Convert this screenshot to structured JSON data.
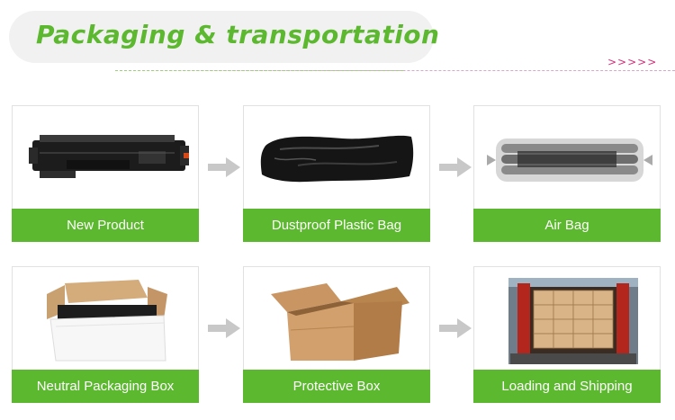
{
  "header": {
    "title": "Packaging & transportation",
    "arrows": ">>>>>"
  },
  "steps": [
    {
      "label": "New Product",
      "icon": "toner-cartridge-image"
    },
    {
      "label": "Dustproof Plastic Bag",
      "icon": "black-plastic-bag-image"
    },
    {
      "label": "Air Bag",
      "icon": "air-cushion-bag-image"
    },
    {
      "label": "Neutral Packaging Box",
      "icon": "white-open-box-image"
    },
    {
      "label": "Protective Box",
      "icon": "cardboard-box-image"
    },
    {
      "label": "Loading and Shipping",
      "icon": "truck-loading-image"
    }
  ],
  "colors": {
    "accent_green": "#5cb82e",
    "arrow_pink": "#d4307a",
    "flow_arrow_gray": "#c8c8c8"
  }
}
